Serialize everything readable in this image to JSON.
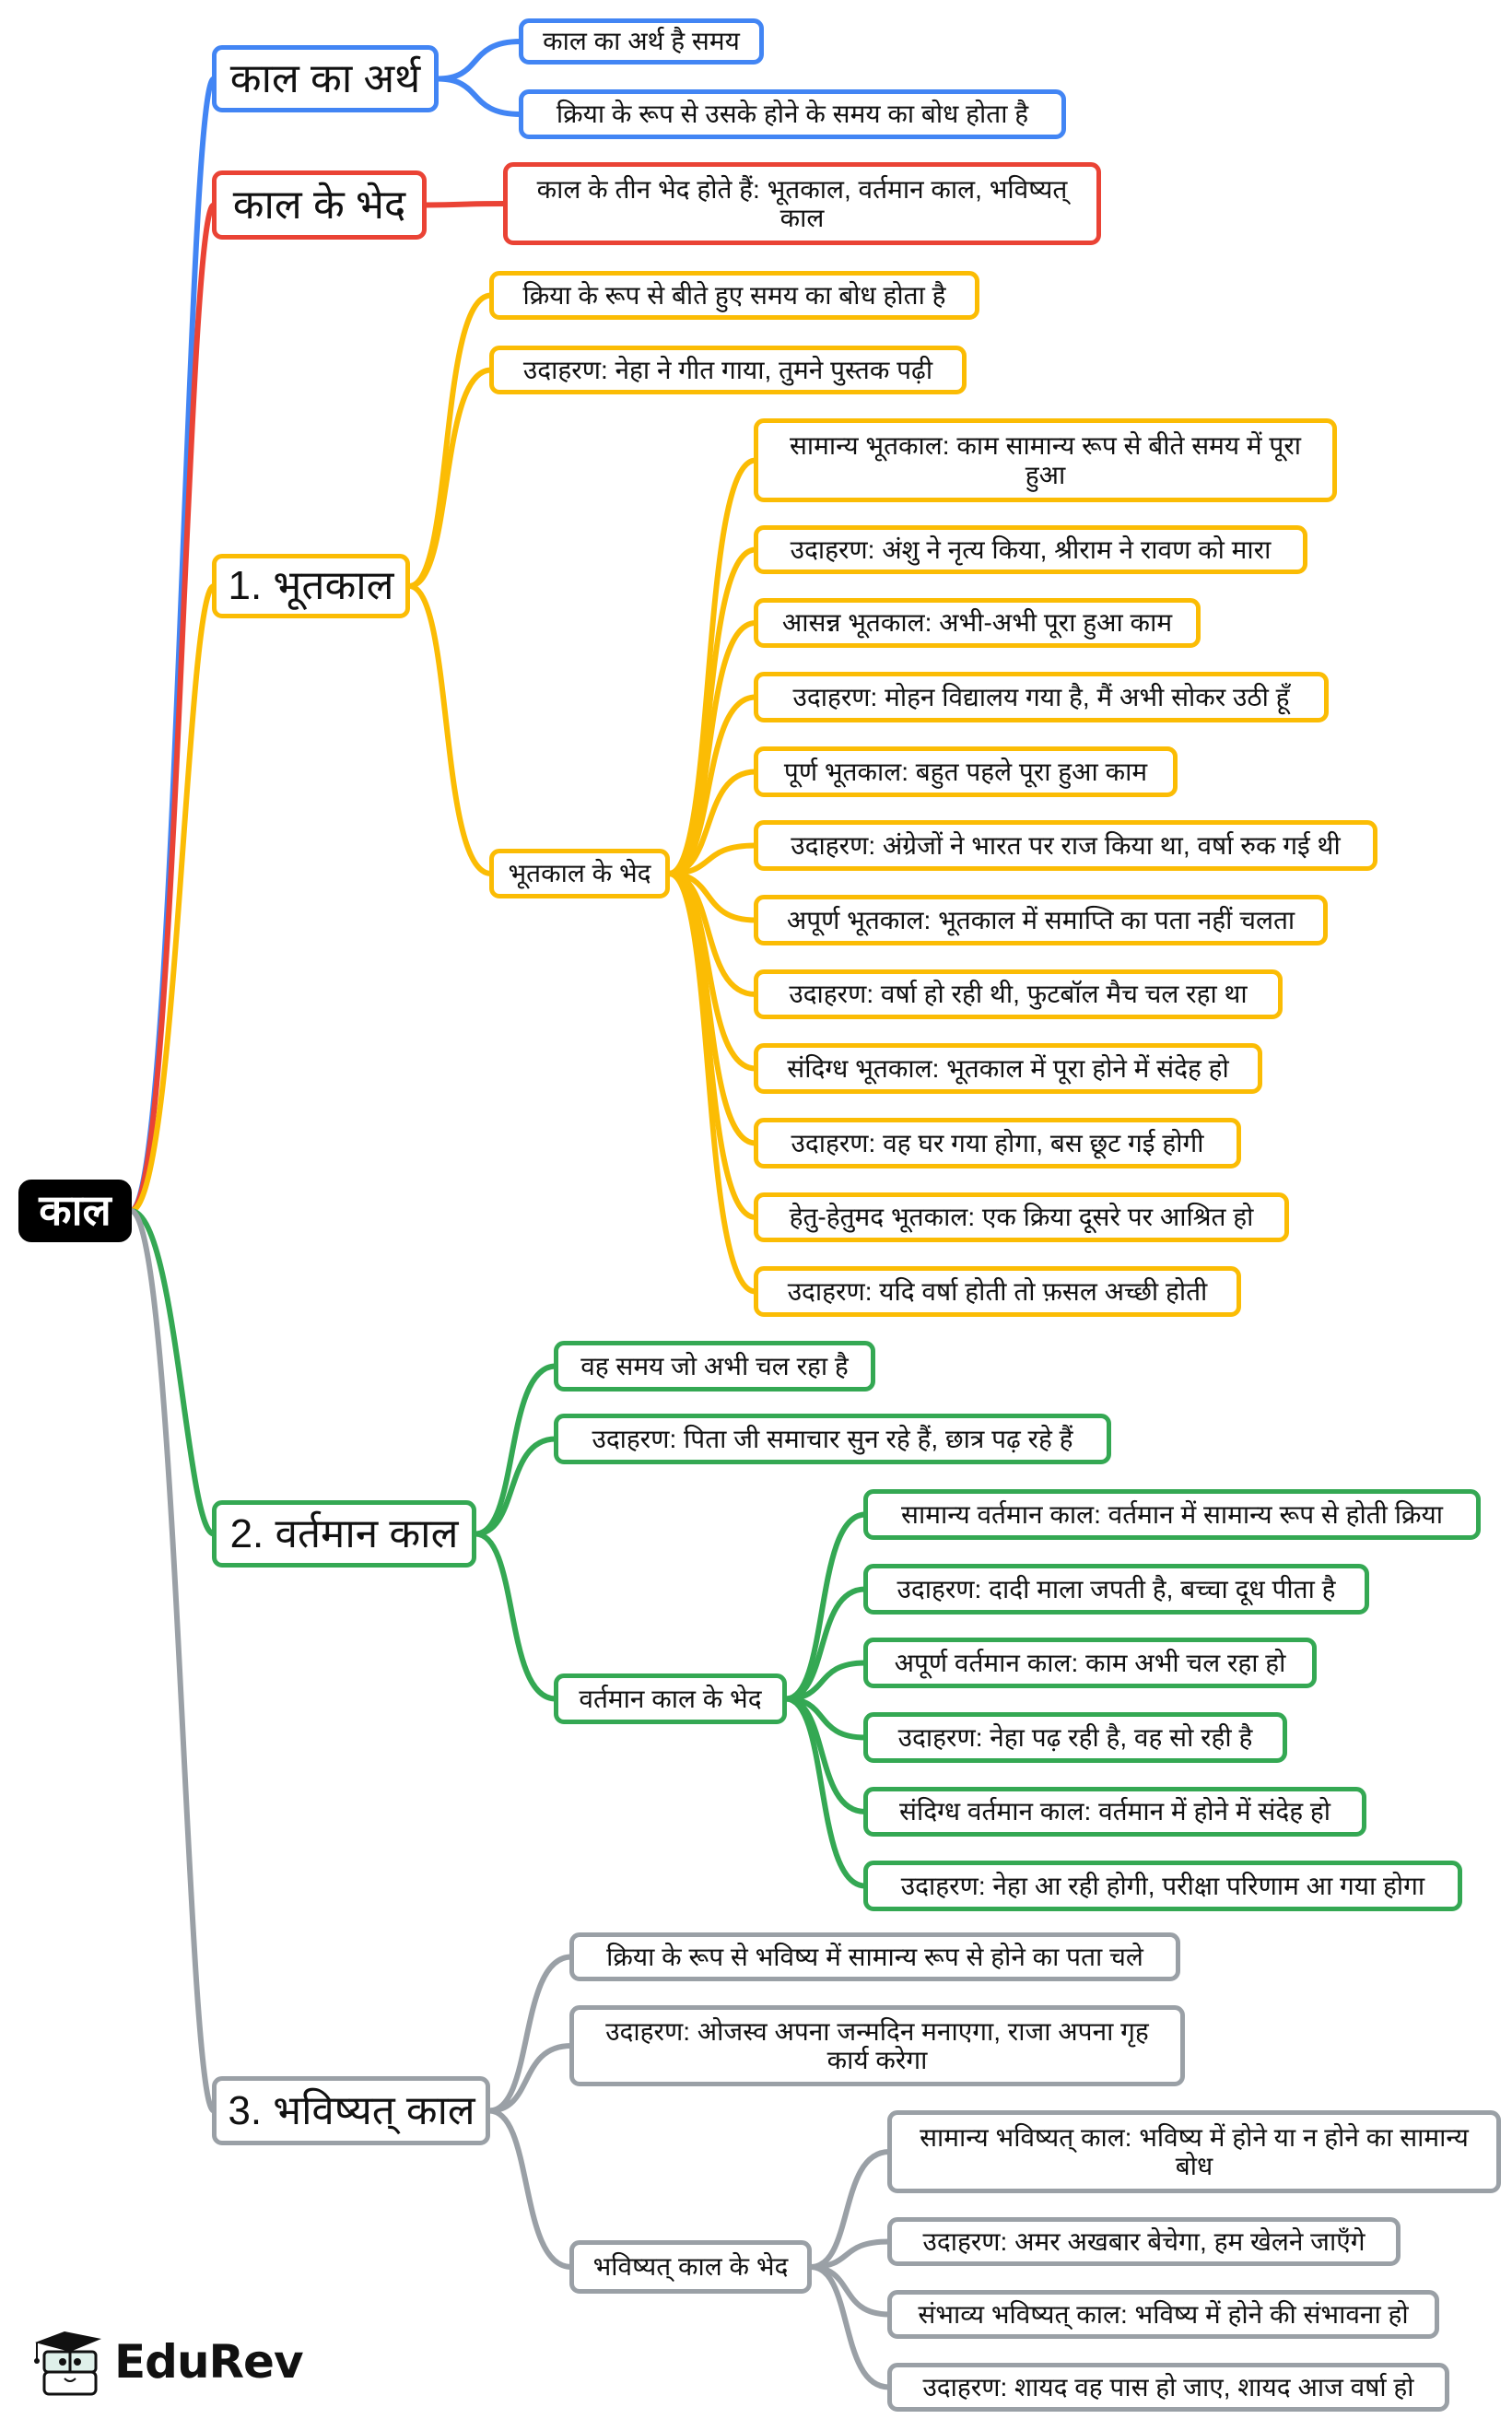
{
  "root": {
    "label": "काल"
  },
  "colors": {
    "blue": "#4285F4",
    "red": "#EA4335",
    "yellow": "#FBBC04",
    "green": "#34A853",
    "gray": "#9AA0A6",
    "root_bg": "#000000"
  },
  "branches": {
    "meaning": {
      "label": "काल का अर्थ",
      "children": [
        "काल का अर्थ है समय",
        "क्रिया के रूप से उसके होने के समय का बोध होता है"
      ]
    },
    "types": {
      "label": "काल के भेद",
      "children": [
        "काल के तीन भेद होते हैं: भूतकाल, वर्तमान काल, भविष्यत् काल"
      ]
    },
    "past": {
      "label": "1. भूतकाल",
      "children": [
        "क्रिया के रूप से बीते हुए समय का बोध होता है",
        "उदाहरण: नेहा ने गीत गाया, तुमने पुस्तक पढ़ी"
      ],
      "subtypes": {
        "label": "भूतकाल के भेद",
        "items": [
          "सामान्य भूतकाल: काम सामान्य रूप से बीते समय में पूरा हुआ",
          "उदाहरण: अंशु ने नृत्य किया, श्रीराम ने रावण को मारा",
          "आसन्न भूतकाल: अभी-अभी पूरा हुआ काम",
          "उदाहरण: मोहन विद्यालय गया है, मैं अभी सोकर उठी हूँ",
          "पूर्ण भूतकाल: बहुत पहले पूरा हुआ काम",
          "उदाहरण: अंग्रेजों ने भारत पर राज किया था, वर्षा रुक गई थी",
          "अपूर्ण भूतकाल: भूतकाल में समाप्ति का पता नहीं चलता",
          "उदाहरण: वर्षा हो रही थी, फुटबॉल मैच चल रहा था",
          "संदिग्ध भूतकाल: भूतकाल में पूरा होने में संदेह हो",
          "उदाहरण: वह घर गया होगा, बस छूट गई होगी",
          "हेतु-हेतुमद भूतकाल: एक क्रिया दूसरे पर आश्रित हो",
          "उदाहरण: यदि वर्षा होती तो फ़सल अच्छी होती"
        ]
      }
    },
    "present": {
      "label": "2. वर्तमान काल",
      "children": [
        "वह समय जो अभी चल रहा है",
        "उदाहरण: पिता जी समाचार सुन रहे हैं, छात्र पढ़ रहे हैं"
      ],
      "subtypes": {
        "label": "वर्तमान काल के भेद",
        "items": [
          "सामान्य वर्तमान काल: वर्तमान में सामान्य रूप से होती क्रिया",
          "उदाहरण: दादी माला जपती है, बच्चा दूध पीता है",
          "अपूर्ण वर्तमान काल: काम अभी चल रहा हो",
          "उदाहरण: नेहा पढ़ रही है, वह सो रही है",
          "संदिग्ध वर्तमान काल: वर्तमान में होने में संदेह हो",
          "उदाहरण: नेहा आ रही होगी, परीक्षा परिणाम आ गया होगा"
        ]
      }
    },
    "future": {
      "label": "3. भविष्यत् काल",
      "children": [
        "क्रिया के रूप से भविष्य में सामान्य रूप से होने का पता चले",
        "उदाहरण: ओजस्व अपना जन्मदिन मनाएगा, राजा अपना गृह कार्य करेगा"
      ],
      "subtypes": {
        "label": "भविष्यत् काल के भेद",
        "items": [
          "सामान्य भविष्यत् काल: भविष्य में होने या न होने का सामान्य बोध",
          "उदाहरण: अमर अखबार बेचेगा, हम खेलने जाएँगे",
          "संभाव्य भविष्यत् काल: भविष्य में होने की संभावना हो",
          "उदाहरण: शायद वह पास हो जाए, शायद आज वर्षा हो"
        ]
      }
    }
  },
  "logo": {
    "icon": "graduation-cap-book-mascot-icon",
    "text": "EduRev"
  }
}
